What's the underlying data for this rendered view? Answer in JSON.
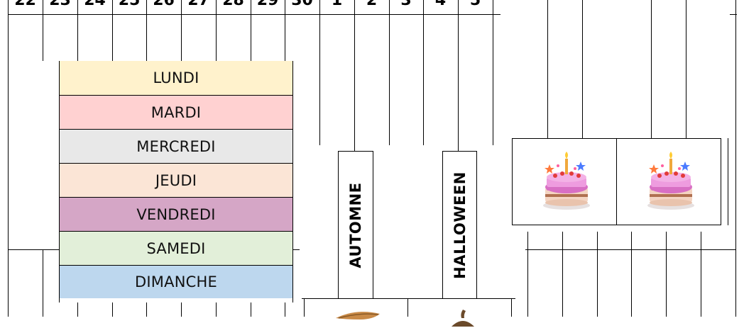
{
  "calendar": {
    "date_numbers": [
      "22",
      "23",
      "24",
      "25",
      "26",
      "27",
      "28",
      "29",
      "30",
      "1",
      "2",
      "3",
      "4",
      "5"
    ]
  },
  "weekdays": [
    {
      "label": "LUNDI",
      "color": "#fff2cc"
    },
    {
      "label": "MARDI",
      "color": "#ffd1d1"
    },
    {
      "label": "MERCREDI",
      "color": "#e8e8e8"
    },
    {
      "label": "JEUDI",
      "color": "#fbe5d6"
    },
    {
      "label": "VENDREDI",
      "color": "#d5a6c6"
    },
    {
      "label": "SAMEDI",
      "color": "#e2efd9"
    },
    {
      "label": "DIMANCHE",
      "color": "#bdd7ee"
    }
  ],
  "event_cards": {
    "autumn": "AUTOMNE",
    "halloween": "HALLOWEEN"
  },
  "icons": {
    "birthday": "birthday-cake-icon",
    "leaf": "autumn-leaf-icon",
    "pumpkin_stem": "pumpkin-icon"
  }
}
